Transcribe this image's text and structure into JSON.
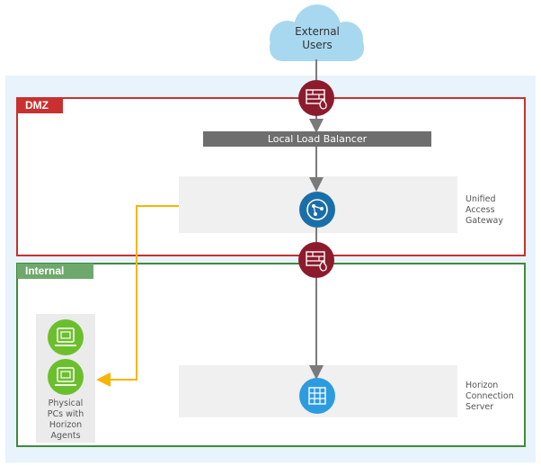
{
  "external_users": {
    "label": "External\nUsers"
  },
  "zones": {
    "dmz": {
      "label": "DMZ",
      "color": "#c8312f"
    },
    "internal": {
      "label": "Internal",
      "color": "#3f8a3c"
    }
  },
  "load_balancer": {
    "label": "Local Load Balancer"
  },
  "components": {
    "uag": {
      "label": "Unified\nAccess\nGateway",
      "color": "#1a6fa8",
      "icon": "gateway-icon"
    },
    "horizon_connection_server": {
      "label": "Horizon\nConnection\nServer",
      "color": "#2d9be0",
      "icon": "server-icon"
    },
    "firewall": {
      "color": "#8b1b2d",
      "icon": "firewall-icon"
    }
  },
  "physical_pcs": {
    "label": "Physical\nPCs with\nHorizon\nAgents",
    "color": "#6cbf2c",
    "icon": "pc-icon"
  },
  "colors": {
    "outer_background": "#e8f3fb",
    "connector": "#7a7a7a",
    "agent_link": "#f7b500",
    "panel": "#f0f0f0"
  }
}
